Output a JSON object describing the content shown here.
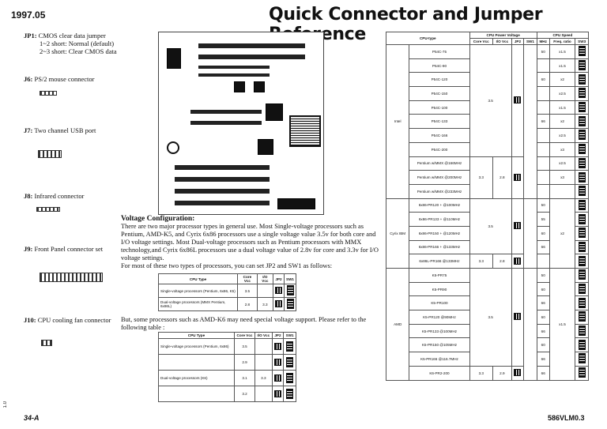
{
  "header": {
    "date": "1997.05",
    "title": "Quick Connector and Jumper Reference"
  },
  "left": [
    {
      "id": "JP1:",
      "text": "CMOS clear data jumper",
      "lines": [
        "1~2 short: Normal (default)",
        "2~3 short: Clear CMOS data"
      ]
    },
    {
      "id": "J6:",
      "text": "PS/2 mouse connector"
    },
    {
      "id": "J7:",
      "text": "Two channel USB port"
    },
    {
      "id": "J8:",
      "text": "Infrared connector"
    },
    {
      "id": "J9:",
      "text": "Front Panel connector set"
    },
    {
      "id": "J10:",
      "text": "CPU cooling fan connector"
    }
  ],
  "voltage": {
    "heading": "Voltage Configuration:",
    "para1": "There are two major processor types in general use.  Most Single-voltage processors such as Pentium, AMD-K5, and Cyrix 6x86 processors use a single voltage value 3.5v for both core and I/O voltage settings.  Most Dual-voltage processors such as Pentium processors with MMX technology,and Cyrix 6x86L processors use a dual voltage value of 2.8v for core and 3.3v for I/O voltage settings.",
    "para2": "For most of these two types of processors, you can set JP2 and SW1 as follows:",
    "para3": "But, some processors such as AMD-K6 may need special voltage support. Please refer to the following table :"
  },
  "table1": {
    "headers": [
      "CPU Type",
      "Core Vcc",
      "I/O Vcc",
      "JP2",
      "SW1"
    ],
    "rows": [
      {
        "type": "Single-voltage processors (Pentium, 6x86, K5)",
        "core": "3.5",
        "io": ""
      },
      {
        "type": "Dual-voltage processors (MMX Pentium, 6x86L)",
        "core": "2.8",
        "io": "3.3"
      }
    ]
  },
  "table2": {
    "headers": [
      "CPU Type",
      "Core Vcc",
      "I/O Vcc",
      "JP2",
      "SW1"
    ],
    "rows": [
      {
        "type": "Single-voltage processors (Pentium, 6x86)",
        "core": "3.5",
        "io": ""
      },
      {
        "type": "",
        "core": "2.9",
        "io": ""
      },
      {
        "type": "Dual-voltage processors (K6)",
        "core": "3.1",
        "io": "3.3"
      },
      {
        "type": "",
        "core": "3.2",
        "io": ""
      }
    ]
  },
  "bigtable": {
    "h_cpu": "CPU-type",
    "h_power": "CPU Power Voltage",
    "h_speed": "CPU Speed",
    "sub": [
      "Core Vcc",
      "I/O Vcc",
      "JP2",
      "SW1",
      "MHz",
      "Freq. ratio",
      "SW3"
    ],
    "intel": "Intel",
    "cyrix": "Cyrix IBM",
    "amd": "AMD",
    "intel_rows": [
      {
        "n": "P54C-75",
        "mhz": "50",
        "r": "x1.5"
      },
      {
        "n": "P54C-90",
        "mhz": "",
        "r": "x1.5"
      },
      {
        "n": "P54C-120",
        "mhz": "60",
        "r": "x2"
      },
      {
        "n": "P54C-150",
        "mhz": "",
        "r": "x2.5"
      },
      {
        "n": "P54C-100",
        "mhz": "",
        "r": "x1.5"
      },
      {
        "n": "P54C-133",
        "mhz": "66",
        "r": "x2"
      },
      {
        "n": "P54C-166",
        "mhz": "",
        "r": "x2.5"
      },
      {
        "n": "P54C-200",
        "mhz": "",
        "r": "x3"
      },
      {
        "n": "Pentium w/MMX @166MHz",
        "mhz": "",
        "r": "x2.5"
      },
      {
        "n": "Pentium w/MMX @200MHz",
        "mhz": "",
        "r": "x3"
      },
      {
        "n": "Pentium w/MMX @233MHz",
        "mhz": "",
        "r": ""
      }
    ],
    "cyrix_rows": [
      {
        "n": "6x86-PR120 + @100MHz",
        "mhz": "50"
      },
      {
        "n": "6x86-PR133 + @110MHz",
        "mhz": "55"
      },
      {
        "n": "6x86-PR150 + @120MHz",
        "mhz": "60",
        "r": "x2"
      },
      {
        "n": "6x86-PR166 + @133MHz",
        "mhz": "66"
      },
      {
        "n": "6x86L-PR166 @133MHz",
        "mhz": ""
      }
    ],
    "amd_rows": [
      {
        "n": "K5-PR75",
        "mhz": "50"
      },
      {
        "n": "K5-PR90",
        "mhz": "60",
        "r": "x1.5"
      },
      {
        "n": "K5-PR100",
        "mhz": "66"
      },
      {
        "n": "K5-PR120 @90MHz",
        "mhz": "60"
      },
      {
        "n": "K5-PR133 @100MHz",
        "mhz": "66"
      },
      {
        "n": "K5-PR150 @105MHz",
        "mhz": "60"
      },
      {
        "n": "K5-PR166 @116.7MHz",
        "mhz": "66"
      },
      {
        "n": "K6-PR2-200",
        "mhz": "66"
      }
    ],
    "v35": "3.5",
    "v33": "3.3",
    "v28": "2.8",
    "v29": "2.9"
  },
  "footer": {
    "left": "34-A",
    "right": "586VLM0.3",
    "side": "1.0"
  }
}
